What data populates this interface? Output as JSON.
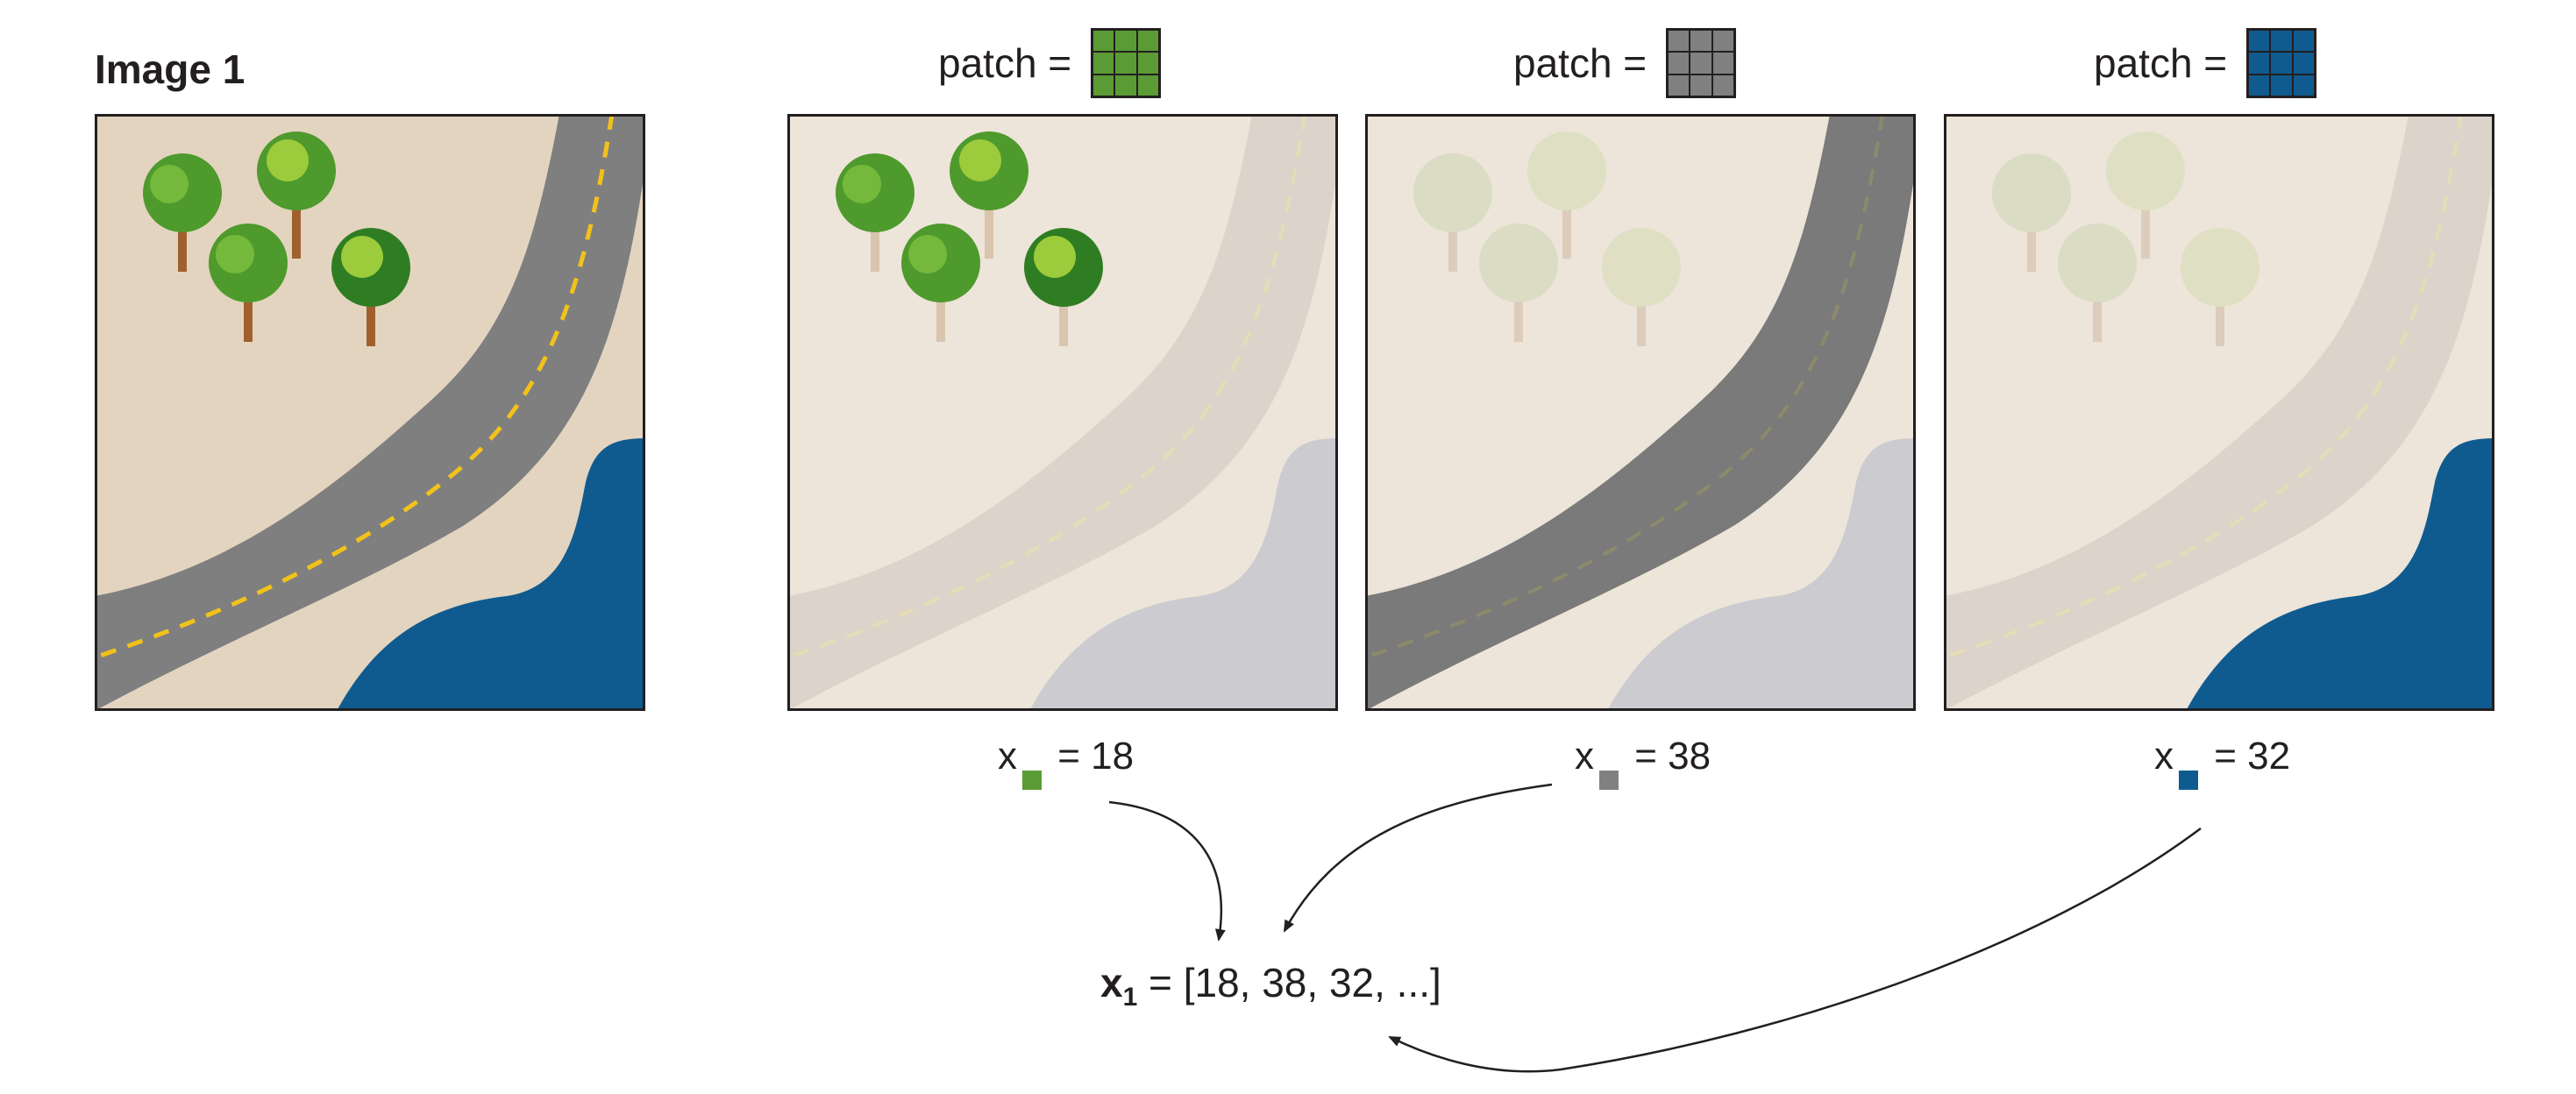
{
  "image_title": "Image 1",
  "patch_prefix": "patch =",
  "colors": {
    "green": "#5a9b35",
    "gray": "#808080",
    "blue": "#0f5b8f",
    "sand": "#e3d4c0",
    "road": "#7f7f7f",
    "lane": "#f2c21b"
  },
  "panels": [
    {
      "highlight": "trees",
      "patch_color": "#5a9b35",
      "count_var": "x",
      "count_eq": " = 18",
      "count": 18
    },
    {
      "highlight": "road",
      "patch_color": "#808080",
      "count_var": "x",
      "count_eq": " = 38",
      "count": 38
    },
    {
      "highlight": "water",
      "patch_color": "#0f5b8f",
      "count_var": "x",
      "count_eq": " = 32",
      "count": 32
    }
  ],
  "result": {
    "var": "x",
    "sub": "1",
    "rhs": " = [18, 38, 32, ...]"
  }
}
